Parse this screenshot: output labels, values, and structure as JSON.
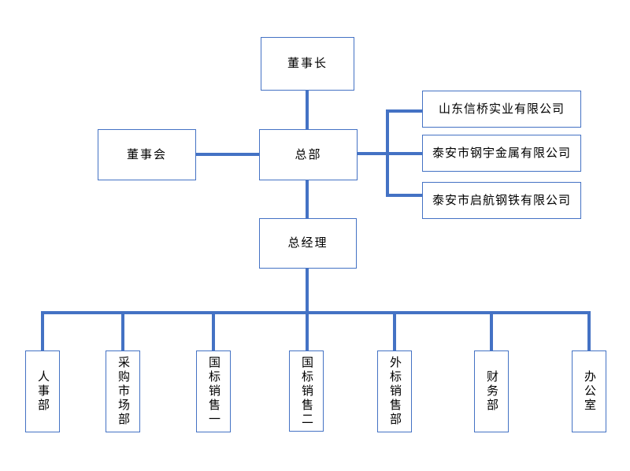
{
  "nodes": {
    "chairman": {
      "label": "董事长"
    },
    "board": {
      "label": "董事会"
    },
    "headquarters": {
      "label": "总部"
    },
    "general_manager": {
      "label": "总经理"
    },
    "subsidiaries": [
      {
        "label": "山东信桥实业有限公司"
      },
      {
        "label": "泰安市钢宇金属有限公司"
      },
      {
        "label": "泰安市启航钢铁有限公司"
      }
    ],
    "departments": [
      {
        "label": "人事部"
      },
      {
        "label": "采购市场部"
      },
      {
        "label": "国标销售一"
      },
      {
        "label": "国标销售二"
      },
      {
        "label": "外标销售部"
      },
      {
        "label": "财务部"
      },
      {
        "label": "办公室"
      }
    ]
  },
  "edges": [
    {
      "from": "董事长",
      "to": "总部"
    },
    {
      "from": "董事会",
      "to": "总部"
    },
    {
      "from": "总部",
      "to": "山东信桥实业有限公司"
    },
    {
      "from": "总部",
      "to": "泰安市钢宇金属有限公司"
    },
    {
      "from": "总部",
      "to": "泰安市启航钢铁有限公司"
    },
    {
      "from": "总部",
      "to": "总经理"
    },
    {
      "from": "总经理",
      "to": "人事部"
    },
    {
      "from": "总经理",
      "to": "采购市场部"
    },
    {
      "from": "总经理",
      "to": "国标销售一"
    },
    {
      "from": "总经理",
      "to": "国标销售二"
    },
    {
      "from": "总经理",
      "to": "外标销售部"
    },
    {
      "from": "总经理",
      "to": "财务部"
    },
    {
      "from": "总经理",
      "to": "办公室"
    }
  ],
  "colors": {
    "connector": "#4472C4",
    "box_border": "#4472C4",
    "text": "#000000",
    "background": "#FFFFFF"
  }
}
